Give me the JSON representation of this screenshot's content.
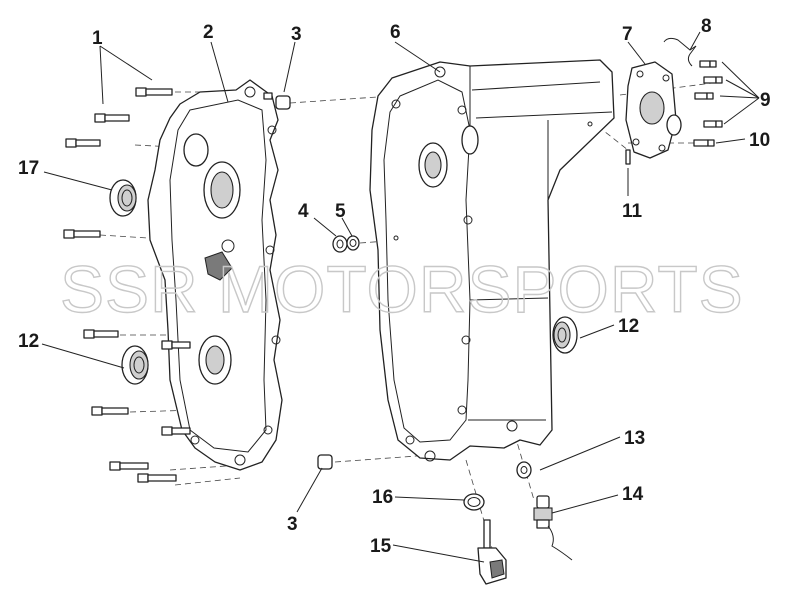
{
  "watermark": "SSR MOTORSPORTS",
  "callouts": {
    "c1": "1",
    "c2": "2",
    "c3a": "3",
    "c3b": "3",
    "c4": "4",
    "c5": "5",
    "c6": "6",
    "c7": "7",
    "c8": "8",
    "c9": "9",
    "c10": "10",
    "c11": "11",
    "c12a": "12",
    "c12b": "12",
    "c13": "13",
    "c14": "14",
    "c15": "15",
    "c16": "16",
    "c17": "17"
  }
}
